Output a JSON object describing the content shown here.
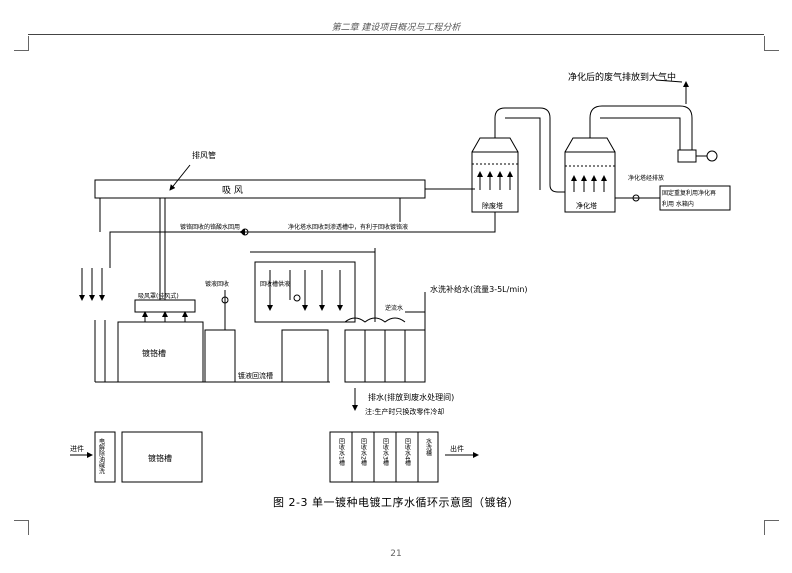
{
  "header": {
    "text": "第二章   建设项目概况与工程分析"
  },
  "caption": "图 2-3   单一镀种电镀工序水循环示意图（镀铬）",
  "page_number": "21",
  "labels": {
    "exhaust_to_air": "净化后的废气排放到大气中",
    "exhaust_pipe": "排风管",
    "suction": "吸  风",
    "mist_tower": "除废塔",
    "scrub_tower": "净化塔",
    "tower_note": "净化塔经排放",
    "recycle_note": "固定重复利用净化再",
    "recycle_note2": "利用       水箱内",
    "pipe_note_left": "镀铬回收的铬酸水回用",
    "pipe_note_mid": "净化塔水回收到渗透槽中，有利于回收镀铬液",
    "suction_hood": "吸风罩(挂风式)",
    "plating_tank": "镀铬槽",
    "recovery_tank": "镀液回流槽",
    "rinse_supply": "水洗补给水(流量3-5L/min)",
    "countercurrent": "逆流水",
    "drain": "排水(排放到废水处理间)",
    "note": "注:生产时只换改零件冷却",
    "pipe_small1": "镀液回收",
    "pipe_small2": "回收槽供液",
    "bottom_in": "进件",
    "bottom_out": "出件",
    "bottom_pre": "电解除油碱洗",
    "bottom_plating": "镀铬槽",
    "rinse1": "回收水1槽",
    "rinse2": "回收水2槽",
    "rinse3": "回收水3槽",
    "rinse4": "回收水4槽",
    "rinse5": "水洗槽"
  }
}
